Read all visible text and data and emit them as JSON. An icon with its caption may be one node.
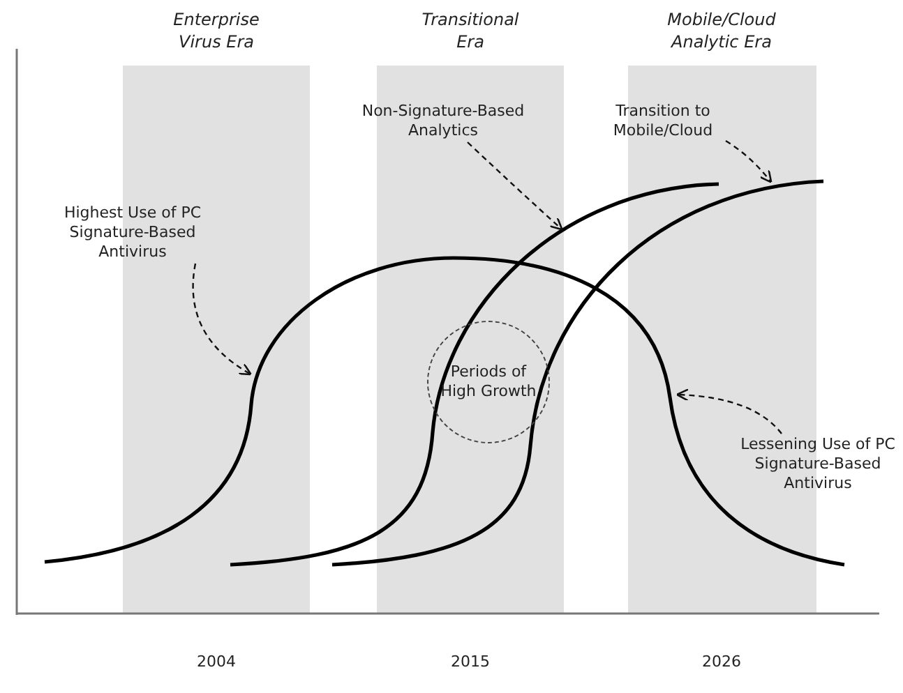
{
  "diagram": {
    "nodes": [
      {
        "text": [
          "Highest Use of PC Signature-Based Antivirus"
        ]
      },
      {
        "text": [
          "Non-Signature-Based Analytics"
        ]
      },
      {
        "text": [
          "Transition to Mobile/Cloud"
        ]
      },
      {
        "text": [
          "Periods of High Growth"
        ]
      },
      {
        "text": [
          "Lessening Use of PC Signature-Based Antivirus"
        ]
      },
      {
        "text": [],
        "shape": "curve"
      },
      {
        "text": [],
        "shape": "curve"
      },
      {
        "text": [],
        "shape": "curve"
      }
    ],
    "edges": [
      {
        "from": 0,
        "to": 5,
        "arrow": "to",
        "style": "dashed"
      },
      {
        "from": 1,
        "to": 6,
        "arrow": "to",
        "style": "dashed"
      },
      {
        "from": 2,
        "to": 7,
        "arrow": "to",
        "style": "dashed"
      },
      {
        "from": 4,
        "to": 5,
        "arrow": "to",
        "style": "dashed"
      }
    ],
    "labels": [
      "Enterprise Virus Era",
      "Transitional Era",
      "Mobile/Cloud Analytic Era",
      "2004",
      "2015",
      "2026"
    ]
  }
}
